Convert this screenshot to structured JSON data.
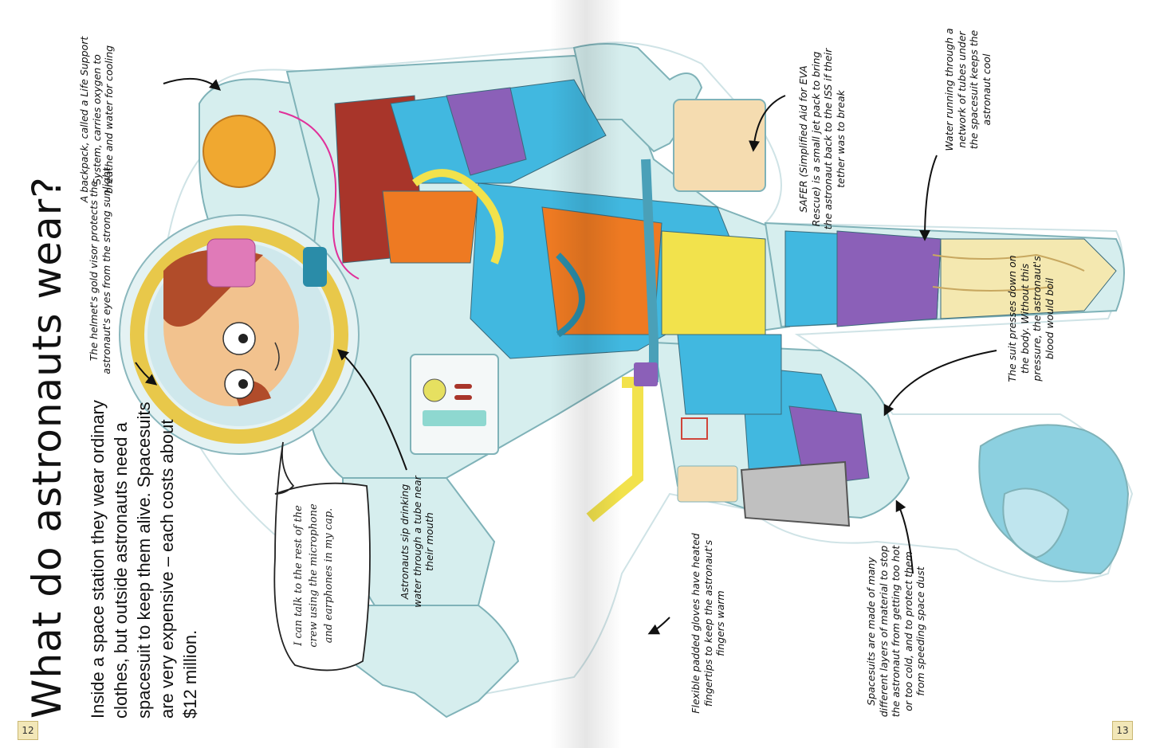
{
  "page": {
    "title": "What do astronauts wear?",
    "intro": "Inside a space station they wear ordinary clothes, but outside astronauts need a spacesuit to keep them alive. Spacesuits are very expensive – each costs about $12 million.",
    "page_left": "12",
    "page_right": "13"
  },
  "speech_bubble": "I can talk to the rest of the crew using the microphone and earphones in my cap.",
  "captions": {
    "backpack": "A backpack, called a Life Support System, carries oxygen to breathe and water for cooling",
    "visor": "The helmet's gold visor protects the astronaut's eyes from the strong sunlight",
    "drink": "Astronauts sip drinking water through a tube near their mouth",
    "gloves": "Flexible padded gloves have heated fingertips to keep the astronaut's fingers warm",
    "safer": "SAFER (Simplified Aid for EVA Rescue) is a small jet pack to bring the astronaut back to the ISS if their tether was to break",
    "water": "Water running through a network of tubes under the spacesuit keeps the astronaut cool",
    "pressure": "The suit presses down on the body. Without this pressure, the astronaut's blood would boil",
    "layers": "Spacesuits are made of many different layers of material to stop the astronaut from getting too hot or too cold, and to protect them from speeding space dust"
  },
  "colors": {
    "suit": "#d6eeee",
    "suit_outline": "#8ab7bd",
    "cyan": "#41b8e0",
    "purple": "#8b60b8",
    "orange": "#ee7a22",
    "yellow": "#f2e24c",
    "red": "#a8352a",
    "pink": "#e07ab8",
    "gold": "#e8c84a",
    "skin": "#f2c28e",
    "hair": "#b14c2a"
  }
}
